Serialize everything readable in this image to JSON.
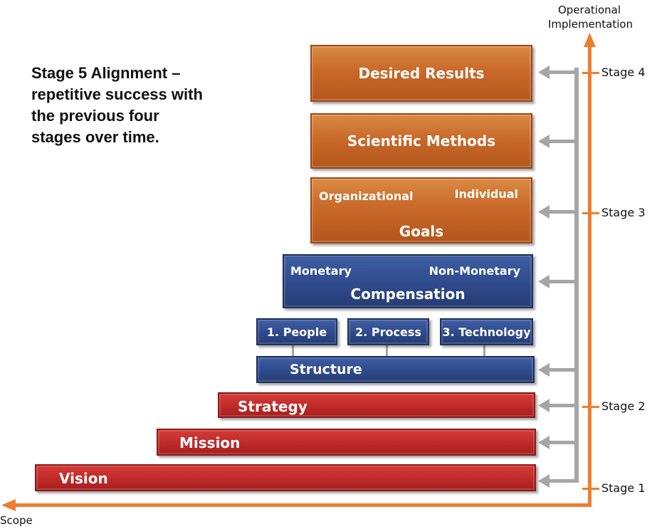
{
  "headline": {
    "line1": "Stage 5 Alignment –",
    "line2": "repetitive success with",
    "line3": "the previous four",
    "line4": "stages over time."
  },
  "axes": {
    "y_label_line1": "Operational",
    "y_label_line2": "Implementation",
    "x_label": "Scope"
  },
  "stages": [
    "Stage 4",
    "Stage 3",
    "Stage 2",
    "Stage 1"
  ],
  "blocks": {
    "desired_results": "Desired Results",
    "scientific_methods": "Scientific Methods",
    "goals": {
      "title": "Goals",
      "left": "Organizational",
      "right": "Individual"
    },
    "compensation": {
      "title": "Compensation",
      "left": "Monetary",
      "right": "Non-Monetary"
    },
    "structure": {
      "title": "Structure",
      "people": "1. People",
      "process": "2. Process",
      "technology": "3. Technology"
    },
    "strategy": "Strategy",
    "mission": "Mission",
    "vision": "Vision"
  },
  "colors": {
    "orange": "#c9692a",
    "blue": "#2f4a8c",
    "red": "#bf2a28",
    "arrow_gray": "#a6a6a6",
    "axis_orange": "#ee7d2e"
  }
}
